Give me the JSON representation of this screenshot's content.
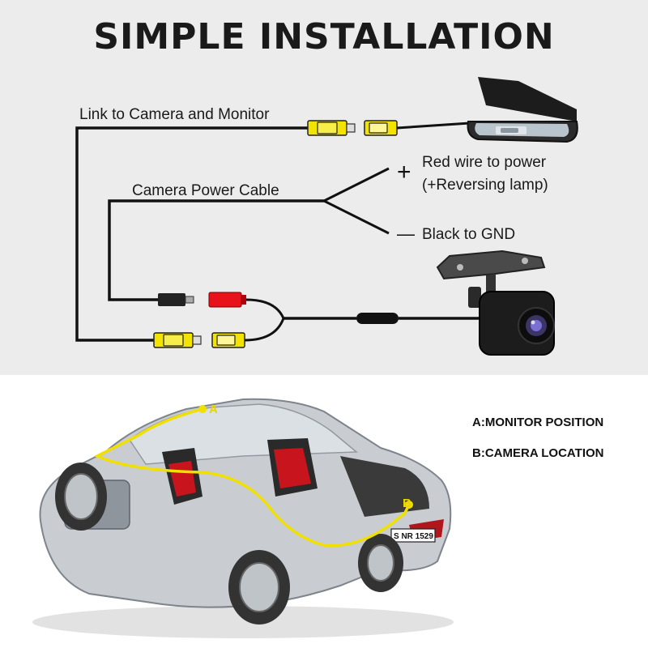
{
  "title": "SIMPLE INSTALLATION",
  "labels": {
    "link": "Link to Camera and Monitor",
    "power_cable": "Camera Power Cable",
    "red_wire_1": "Red wire to power",
    "red_wire_2": "(+Reversing lamp)",
    "black": "Black to GND",
    "plus": "+",
    "minus": "—"
  },
  "legend": {
    "a": "A:MONITOR POSITION",
    "b": "B:CAMERA LOCATION"
  },
  "markers": {
    "a": "A",
    "b": "B"
  },
  "plate": "S NR 1529",
  "colors": {
    "panel": "#ececec",
    "rca_yellow": "#f2e400",
    "power_red": "#e8121a",
    "wire": "#111111",
    "route": "#f0e000"
  }
}
